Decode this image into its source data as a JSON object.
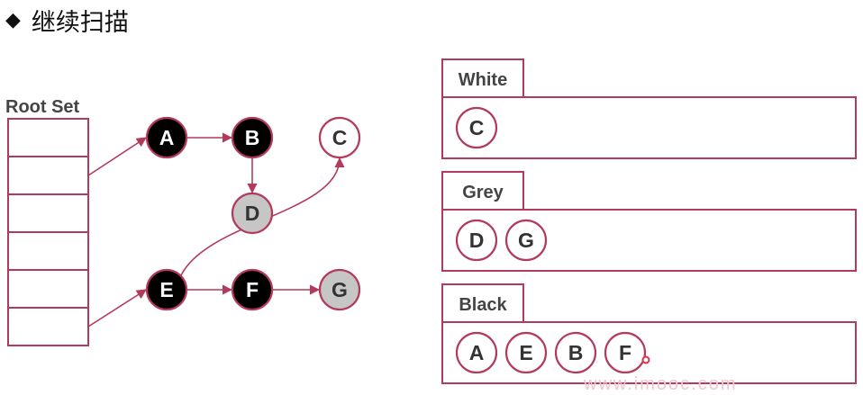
{
  "heading": {
    "bullet": "◆",
    "text": "继续扫描"
  },
  "root_set": {
    "label": "Root Set",
    "slot_count": 6
  },
  "graph": {
    "nodes": [
      {
        "id": "A",
        "label": "A",
        "color": "black"
      },
      {
        "id": "B",
        "label": "B",
        "color": "black"
      },
      {
        "id": "C",
        "label": "C",
        "color": "white"
      },
      {
        "id": "D",
        "label": "D",
        "color": "grey"
      },
      {
        "id": "E",
        "label": "E",
        "color": "black"
      },
      {
        "id": "F",
        "label": "F",
        "color": "black"
      },
      {
        "id": "G",
        "label": "G",
        "color": "grey"
      }
    ],
    "root_edges": [
      {
        "from_slot": 1,
        "to": "A"
      },
      {
        "from_slot": 5,
        "to": "E"
      }
    ],
    "edges": [
      {
        "from": "A",
        "to": "B"
      },
      {
        "from": "B",
        "to": "D"
      },
      {
        "from": "E",
        "to": "F"
      },
      {
        "from": "F",
        "to": "G"
      },
      {
        "from": "E",
        "to": "C",
        "curved": true
      }
    ]
  },
  "sets": [
    {
      "key": "white",
      "label": "White",
      "nodes": [
        "C"
      ]
    },
    {
      "key": "grey",
      "label": "Grey",
      "nodes": [
        "D",
        "G"
      ]
    },
    {
      "key": "black",
      "label": "Black",
      "nodes": [
        "A",
        "E",
        "B",
        "F"
      ]
    }
  ],
  "colors": {
    "accent": "#b23a5c",
    "black_node_fill": "#000000",
    "grey_node_fill": "#c6c6c6",
    "white_node_fill": "#ffffff",
    "line": "#b23a5c"
  },
  "watermark": "www.imooc.com"
}
